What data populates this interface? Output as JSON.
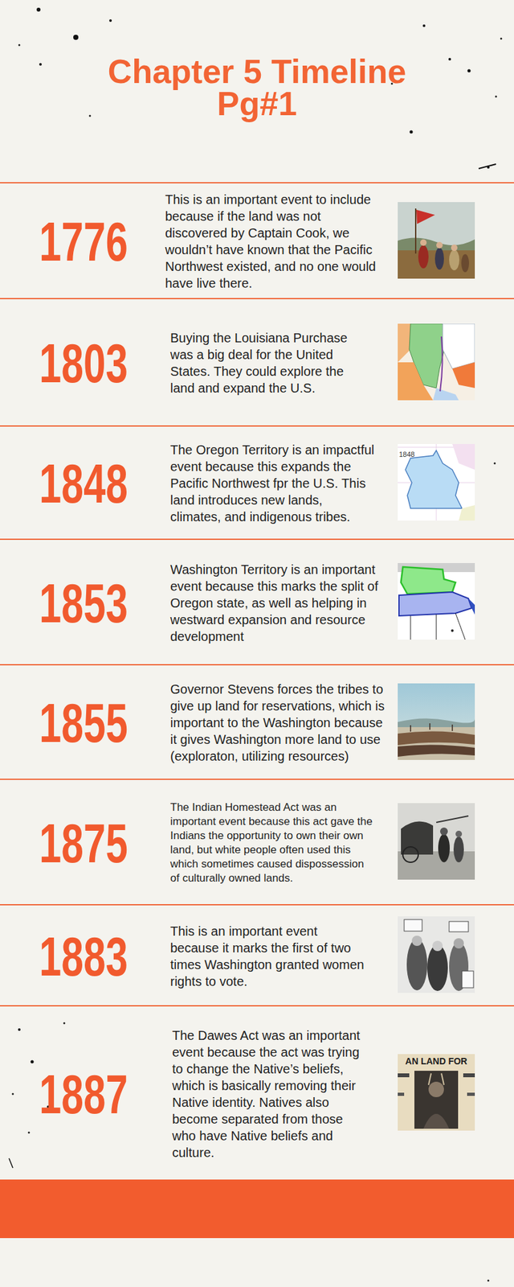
{
  "diagram": {
    "title": "Chapter 5 Timeline Pg#1",
    "nodes": [
      {
        "text": [
          "1776",
          "This is an important event to include because if the land was not discovered by Captain Cook, we wouldn’t have known that the Pacific Northwest existed, and no one would have live there."
        ]
      },
      {
        "text": [
          "1803",
          "Buying the Louisiana Purchase was a big deal for the United States. They could explore the land and expand the U.S."
        ]
      },
      {
        "text": [
          "1848",
          "The Oregon Territory is an impactful event because this expands the Pacific Northwest fpr the U.S. This land introduces new lands, climates, and indigenous tribes."
        ]
      },
      {
        "text": [
          "1853",
          "Washington Territory is an important event because this marks the split of Oregon state, as well as helping in westward expansion and resource development"
        ]
      },
      {
        "text": [
          "1855",
          "Governor Stevens forces the tribes to give up land for reservations, which is important to the Washington because it gives Washington more land to use (exploraton, utilizing resources)"
        ]
      },
      {
        "text": [
          "1875",
          "The Indian Homestead Act was an important event because this act gave the Indians the opportunity to own their own land, but white people often used this which sometimes caused dispossession of culturally owned lands."
        ]
      },
      {
        "text": [
          "1883",
          "This is an important event because it marks the first of two times Washington granted women rights to vote."
        ]
      },
      {
        "text": [
          "1887",
          "The Dawes Act was an important event because the act was trying to change the Native’s beliefs, which is basically removing their Native identity. Natives also become separated from those who have Native beliefs and culture."
        ]
      }
    ],
    "labels": [
      "1848",
      "AN LAND FOR"
    ]
  }
}
